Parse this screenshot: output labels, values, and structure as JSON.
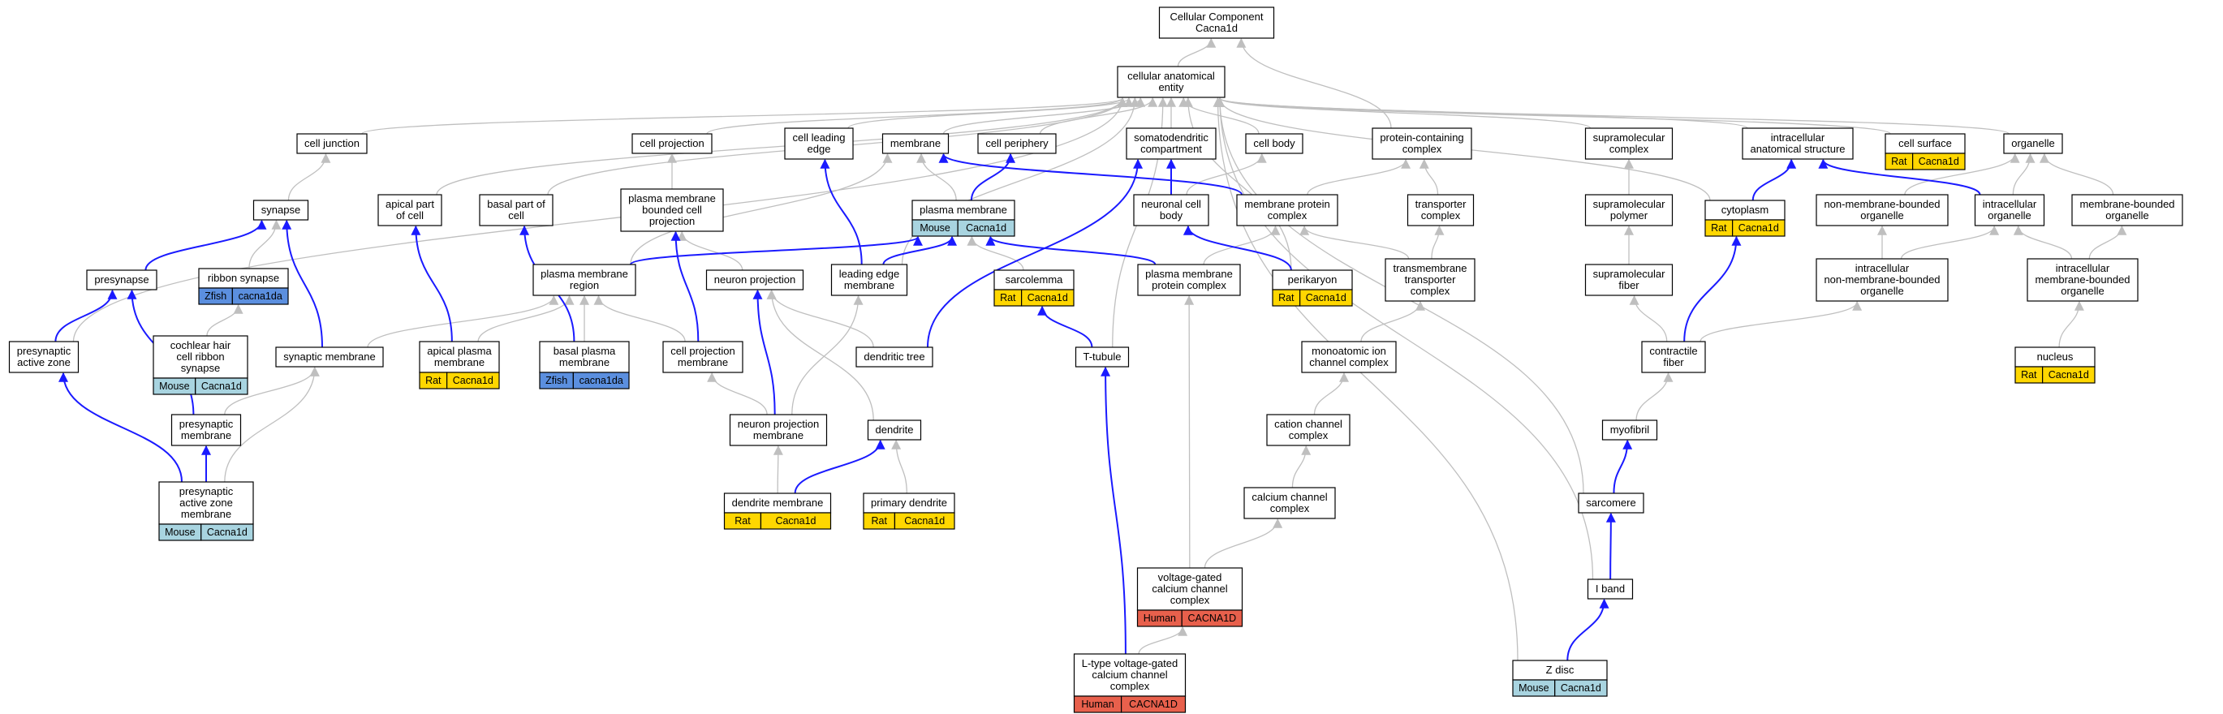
{
  "colors": {
    "human": "#e8604c",
    "mouse": "#a8d4e0",
    "rat": "#ffd700",
    "zfish": "#5b8fdf",
    "is_a_edge": "#bfbfbf",
    "part_of_edge": "#1a1aff"
  },
  "nodes": [
    {
      "id": "root",
      "lines": [
        "Cellular Component",
        "Cacna1d"
      ]
    },
    {
      "id": "cae",
      "lines": [
        "cellular anatomical",
        "entity"
      ]
    },
    {
      "id": "celljunction",
      "lines": [
        "cell junction"
      ]
    },
    {
      "id": "cellprojection",
      "lines": [
        "cell projection"
      ]
    },
    {
      "id": "leadingedge",
      "lines": [
        "cell leading",
        "edge"
      ]
    },
    {
      "id": "membrane",
      "lines": [
        "membrane"
      ]
    },
    {
      "id": "cellperiphery",
      "lines": [
        "cell periphery"
      ]
    },
    {
      "id": "somatodendritic",
      "lines": [
        "somatodendritic",
        "compartment"
      ]
    },
    {
      "id": "cellbody",
      "lines": [
        "cell body"
      ]
    },
    {
      "id": "proteincontaining",
      "lines": [
        "protein-containing",
        "complex"
      ]
    },
    {
      "id": "supramolcomplex",
      "lines": [
        "supramolecular",
        "complex"
      ]
    },
    {
      "id": "intracellularanat",
      "lines": [
        "intracellular",
        "anatomical structure"
      ]
    },
    {
      "id": "cellsurface",
      "lines": [
        "cell surface"
      ],
      "tag": {
        "species": "Rat",
        "gene": "Cacna1d"
      }
    },
    {
      "id": "organelle",
      "lines": [
        "organelle"
      ]
    },
    {
      "id": "synapse",
      "lines": [
        "synapse"
      ]
    },
    {
      "id": "apicalpart",
      "lines": [
        "apical part",
        "of cell"
      ]
    },
    {
      "id": "basalpart",
      "lines": [
        "basal part of",
        "cell"
      ]
    },
    {
      "id": "pmboundedproj",
      "lines": [
        "plasma membrane",
        "bounded cell",
        "projection"
      ]
    },
    {
      "id": "plasmamembrane",
      "lines": [
        "plasma membrane"
      ],
      "tag": {
        "species": "Mouse",
        "gene": "Cacna1d"
      }
    },
    {
      "id": "neuronalcellbody",
      "lines": [
        "neuronal cell",
        "body"
      ]
    },
    {
      "id": "membraneproteincomplex",
      "lines": [
        "membrane protein",
        "complex"
      ]
    },
    {
      "id": "transportercomplex",
      "lines": [
        "transporter",
        "complex"
      ]
    },
    {
      "id": "supramolpolymer",
      "lines": [
        "supramolecular",
        "polymer"
      ]
    },
    {
      "id": "cytoplasm",
      "lines": [
        "cytoplasm"
      ],
      "tag": {
        "species": "Rat",
        "gene": "Cacna1d"
      }
    },
    {
      "id": "nonmembranebounded",
      "lines": [
        "non-membrane-bounded",
        "organelle"
      ]
    },
    {
      "id": "intracellularorganelle",
      "lines": [
        "intracellular",
        "organelle"
      ]
    },
    {
      "id": "membranebounded",
      "lines": [
        "membrane-bounded",
        "organelle"
      ]
    },
    {
      "id": "ribbonsynapse",
      "lines": [
        "ribbon synapse"
      ],
      "tag": {
        "species": "Zfish",
        "gene": "cacna1da"
      }
    },
    {
      "id": "presynapse",
      "lines": [
        "presynapse"
      ]
    },
    {
      "id": "pmregion",
      "lines": [
        "plasma membrane",
        "region"
      ]
    },
    {
      "id": "neuronprojection",
      "lines": [
        "neuron projection"
      ]
    },
    {
      "id": "leadingedgemembrane",
      "lines": [
        "leading edge",
        "membrane"
      ]
    },
    {
      "id": "sarcolemma",
      "lines": [
        "sarcolemma"
      ],
      "tag": {
        "species": "Rat",
        "gene": "Cacna1d"
      }
    },
    {
      "id": "pmproteincomplex",
      "lines": [
        "plasma membrane",
        "protein complex"
      ]
    },
    {
      "id": "perikaryon",
      "lines": [
        "perikaryon"
      ],
      "tag": {
        "species": "Rat",
        "gene": "Cacna1d"
      }
    },
    {
      "id": "transmembranetransporter",
      "lines": [
        "transmembrane",
        "transporter",
        "complex"
      ]
    },
    {
      "id": "supramolfiber",
      "lines": [
        "supramolecular",
        "fiber"
      ]
    },
    {
      "id": "intracellnonmembrane",
      "lines": [
        "intracellular",
        "non-membrane-bounded",
        "organelle"
      ]
    },
    {
      "id": "intracellmembrane",
      "lines": [
        "intracellular",
        "membrane-bounded",
        "organelle"
      ]
    },
    {
      "id": "cochlear",
      "lines": [
        "cochlear hair",
        "cell ribbon",
        "synapse"
      ],
      "tag": {
        "species": "Mouse",
        "gene": "Cacna1d"
      }
    },
    {
      "id": "presynapticactivezone",
      "lines": [
        "presynaptic",
        "active zone"
      ]
    },
    {
      "id": "synapticmembrane",
      "lines": [
        "synaptic membrane"
      ]
    },
    {
      "id": "apicalpm",
      "lines": [
        "apical plasma",
        "membrane"
      ],
      "tag": {
        "species": "Rat",
        "gene": "Cacna1d"
      }
    },
    {
      "id": "basalpm",
      "lines": [
        "basal plasma",
        "membrane"
      ],
      "tag": {
        "species": "Zfish",
        "gene": "cacna1da"
      }
    },
    {
      "id": "cellprojmembrane",
      "lines": [
        "cell projection",
        "membrane"
      ]
    },
    {
      "id": "dendritictree",
      "lines": [
        "dendritic tree"
      ]
    },
    {
      "id": "ttubule",
      "lines": [
        "T-tubule"
      ]
    },
    {
      "id": "monoatomic",
      "lines": [
        "monoatomic ion",
        "channel complex"
      ]
    },
    {
      "id": "contractilefiber",
      "lines": [
        "contractile",
        "fiber"
      ]
    },
    {
      "id": "nucleus",
      "lines": [
        "nucleus"
      ],
      "tag": {
        "species": "Rat",
        "gene": "Cacna1d"
      }
    },
    {
      "id": "presynapticmembrane",
      "lines": [
        "presynaptic",
        "membrane"
      ]
    },
    {
      "id": "neuronprojmembrane",
      "lines": [
        "neuron projection",
        "membrane"
      ]
    },
    {
      "id": "dendrite",
      "lines": [
        "dendrite"
      ]
    },
    {
      "id": "cationchannel",
      "lines": [
        "cation channel",
        "complex"
      ]
    },
    {
      "id": "myofibril",
      "lines": [
        "myofibril"
      ]
    },
    {
      "id": "presynazmembrane",
      "lines": [
        "presynaptic",
        "active zone",
        "membrane"
      ],
      "tag": {
        "species": "Mouse",
        "gene": "Cacna1d"
      }
    },
    {
      "id": "dendritemembrane",
      "lines": [
        "dendrite membrane"
      ],
      "tag": {
        "species": "Rat",
        "gene": "Cacna1d"
      }
    },
    {
      "id": "primarydendrite",
      "lines": [
        "primary dendrite"
      ],
      "tag": {
        "species": "Rat",
        "gene": "Cacna1d"
      }
    },
    {
      "id": "calciumchannel",
      "lines": [
        "calcium channel",
        "complex"
      ]
    },
    {
      "id": "sarcomere",
      "lines": [
        "sarcomere"
      ]
    },
    {
      "id": "vgcc",
      "lines": [
        "voltage-gated",
        "calcium channel",
        "complex"
      ],
      "tag": {
        "species": "Human",
        "gene": "CACNA1D"
      }
    },
    {
      "id": "iband",
      "lines": [
        "I band"
      ]
    },
    {
      "id": "ltype",
      "lines": [
        "L-type voltage-gated",
        "calcium channel",
        "complex"
      ],
      "tag": {
        "species": "Human",
        "gene": "CACNA1D"
      }
    },
    {
      "id": "zdisc",
      "lines": [
        "Z disc"
      ],
      "tag": {
        "species": "Mouse",
        "gene": "Cacna1d"
      }
    }
  ],
  "edges": [
    {
      "from": "cae",
      "to": "root",
      "rel": "is_a"
    },
    {
      "from": "proteincontaining",
      "to": "root",
      "rel": "is_a"
    },
    {
      "from": "celljunction",
      "to": "cae",
      "rel": "is_a"
    },
    {
      "from": "cellprojection",
      "to": "cae",
      "rel": "is_a"
    },
    {
      "from": "leadingedge",
      "to": "cae",
      "rel": "is_a"
    },
    {
      "from": "membrane",
      "to": "cae",
      "rel": "is_a"
    },
    {
      "from": "cellperiphery",
      "to": "cae",
      "rel": "is_a"
    },
    {
      "from": "somatodendritic",
      "to": "cae",
      "rel": "is_a"
    },
    {
      "from": "cellbody",
      "to": "cae",
      "rel": "is_a"
    },
    {
      "from": "supramolcomplex",
      "to": "cae",
      "rel": "is_a"
    },
    {
      "from": "intracellularanat",
      "to": "cae",
      "rel": "is_a"
    },
    {
      "from": "cellsurface",
      "to": "cae",
      "rel": "is_a"
    },
    {
      "from": "organelle",
      "to": "cae",
      "rel": "is_a"
    },
    {
      "from": "apicalpart",
      "to": "cae",
      "rel": "is_a"
    },
    {
      "from": "basalpart",
      "to": "cae",
      "rel": "is_a"
    },
    {
      "from": "presynapticactivezone",
      "to": "cae",
      "rel": "is_a"
    },
    {
      "from": "perikaryon",
      "to": "cae",
      "rel": "is_a"
    },
    {
      "from": "ttubule",
      "to": "cae",
      "rel": "is_a"
    },
    {
      "from": "sarcomere",
      "to": "cae",
      "rel": "is_a"
    },
    {
      "from": "zdisc",
      "to": "cae",
      "rel": "is_a"
    },
    {
      "from": "iband",
      "to": "cae",
      "rel": "is_a"
    },
    {
      "from": "cytoplasm",
      "to": "cae",
      "rel": "is_a"
    },
    {
      "from": "leadingedgemembrane",
      "to": "cae",
      "rel": "is_a"
    },
    {
      "from": "synapse",
      "to": "celljunction",
      "rel": "is_a"
    },
    {
      "from": "pmboundedproj",
      "to": "cellprojection",
      "rel": "is_a"
    },
    {
      "from": "plasmamembrane",
      "to": "membrane",
      "rel": "is_a"
    },
    {
      "from": "pmregion",
      "to": "membrane",
      "rel": "is_a"
    },
    {
      "from": "neuronalcellbody",
      "to": "cellbody",
      "rel": "is_a"
    },
    {
      "from": "membraneproteincomplex",
      "to": "proteincontaining",
      "rel": "is_a"
    },
    {
      "from": "transportercomplex",
      "to": "proteincontaining",
      "rel": "is_a"
    },
    {
      "from": "supramolpolymer",
      "to": "supramolcomplex",
      "rel": "is_a"
    },
    {
      "from": "nonmembranebounded",
      "to": "organelle",
      "rel": "is_a"
    },
    {
      "from": "intracellularorganelle",
      "to": "organelle",
      "rel": "is_a"
    },
    {
      "from": "membranebounded",
      "to": "organelle",
      "rel": "is_a"
    },
    {
      "from": "ribbonsynapse",
      "to": "synapse",
      "rel": "is_a"
    },
    {
      "from": "cochlear",
      "to": "ribbonsynapse",
      "rel": "is_a"
    },
    {
      "from": "neuronprojection",
      "to": "pmboundedproj",
      "rel": "is_a"
    },
    {
      "from": "cellprojmembrane",
      "to": "pmregion",
      "rel": "is_a"
    },
    {
      "from": "synapticmembrane",
      "to": "pmregion",
      "rel": "is_a"
    },
    {
      "from": "apicalpm",
      "to": "pmregion",
      "rel": "is_a"
    },
    {
      "from": "basalpm",
      "to": "pmregion",
      "rel": "is_a"
    },
    {
      "from": "sarcolemma",
      "to": "plasmamembrane",
      "rel": "is_a"
    },
    {
      "from": "pmproteincomplex",
      "to": "membraneproteincomplex",
      "rel": "is_a"
    },
    {
      "from": "transmembranetransporter",
      "to": "transportercomplex",
      "rel": "is_a"
    },
    {
      "from": "transmembranetransporter",
      "to": "membraneproteincomplex",
      "rel": "is_a"
    },
    {
      "from": "monoatomic",
      "to": "transmembranetransporter",
      "rel": "is_a"
    },
    {
      "from": "supramolfiber",
      "to": "supramolpolymer",
      "rel": "is_a"
    },
    {
      "from": "contractilefiber",
      "to": "supramolfiber",
      "rel": "is_a"
    },
    {
      "from": "contractilefiber",
      "to": "intracellnonmembrane",
      "rel": "is_a"
    },
    {
      "from": "intracellnonmembrane",
      "to": "nonmembranebounded",
      "rel": "is_a"
    },
    {
      "from": "intracellnonmembrane",
      "to": "intracellularorganelle",
      "rel": "is_a"
    },
    {
      "from": "intracellmembrane",
      "to": "intracellularorganelle",
      "rel": "is_a"
    },
    {
      "from": "intracellmembrane",
      "to": "membranebounded",
      "rel": "is_a"
    },
    {
      "from": "nucleus",
      "to": "intracellmembrane",
      "rel": "is_a"
    },
    {
      "from": "presynapticmembrane",
      "to": "synapticmembrane",
      "rel": "is_a"
    },
    {
      "from": "presynazmembrane",
      "to": "synapticmembrane",
      "rel": "is_a"
    },
    {
      "from": "neuronprojmembrane",
      "to": "cellprojmembrane",
      "rel": "is_a"
    },
    {
      "from": "neuronprojmembrane",
      "to": "leadingedgemembrane",
      "rel": "is_a"
    },
    {
      "from": "dendrite",
      "to": "neuronprojection",
      "rel": "is_a"
    },
    {
      "from": "dendritictree",
      "to": "neuronprojection",
      "rel": "is_a"
    },
    {
      "from": "dendritemembrane",
      "to": "neuronprojmembrane",
      "rel": "is_a"
    },
    {
      "from": "primarydendrite",
      "to": "dendrite",
      "rel": "is_a"
    },
    {
      "from": "cationchannel",
      "to": "monoatomic",
      "rel": "is_a"
    },
    {
      "from": "calciumchannel",
      "to": "cationchannel",
      "rel": "is_a"
    },
    {
      "from": "vgcc",
      "to": "calciumchannel",
      "rel": "is_a"
    },
    {
      "from": "vgcc",
      "to": "pmproteincomplex",
      "rel": "is_a"
    },
    {
      "from": "ltype",
      "to": "vgcc",
      "rel": "is_a"
    },
    {
      "from": "myofibril",
      "to": "contractilefiber",
      "rel": "is_a"
    },
    {
      "from": "presynapse",
      "to": "synapse",
      "rel": "part_of"
    },
    {
      "from": "presynapticactivezone",
      "to": "presynapse",
      "rel": "part_of"
    },
    {
      "from": "presynapticmembrane",
      "to": "presynapse",
      "rel": "part_of"
    },
    {
      "from": "synapticmembrane",
      "to": "synapse",
      "rel": "part_of"
    },
    {
      "from": "presynazmembrane",
      "to": "presynapticactivezone",
      "rel": "part_of"
    },
    {
      "from": "presynazmembrane",
      "to": "presynapticmembrane",
      "rel": "part_of"
    },
    {
      "from": "apicalpm",
      "to": "apicalpart",
      "rel": "part_of"
    },
    {
      "from": "basalpm",
      "to": "basalpart",
      "rel": "part_of"
    },
    {
      "from": "cellprojmembrane",
      "to": "pmboundedproj",
      "rel": "part_of"
    },
    {
      "from": "leadingedgemembrane",
      "to": "leadingedge",
      "rel": "part_of"
    },
    {
      "from": "leadingedgemembrane",
      "to": "plasmamembrane",
      "rel": "part_of"
    },
    {
      "from": "pmregion",
      "to": "plasmamembrane",
      "rel": "part_of"
    },
    {
      "from": "pmproteincomplex",
      "to": "plasmamembrane",
      "rel": "part_of"
    },
    {
      "from": "plasmamembrane",
      "to": "cellperiphery",
      "rel": "part_of"
    },
    {
      "from": "membraneproteincomplex",
      "to": "membrane",
      "rel": "part_of"
    },
    {
      "from": "neuronalcellbody",
      "to": "somatodendritic",
      "rel": "part_of"
    },
    {
      "from": "perikaryon",
      "to": "neuronalcellbody",
      "rel": "part_of"
    },
    {
      "from": "neuronprojmembrane",
      "to": "neuronprojection",
      "rel": "part_of"
    },
    {
      "from": "dendritictree",
      "to": "somatodendritic",
      "rel": "part_of"
    },
    {
      "from": "dendritemembrane",
      "to": "dendrite",
      "rel": "part_of"
    },
    {
      "from": "ttubule",
      "to": "sarcolemma",
      "rel": "part_of"
    },
    {
      "from": "ltype",
      "to": "ttubule",
      "rel": "part_of"
    },
    {
      "from": "cytoplasm",
      "to": "intracellularanat",
      "rel": "part_of"
    },
    {
      "from": "intracellularorganelle",
      "to": "intracellularanat",
      "rel": "part_of"
    },
    {
      "from": "contractilefiber",
      "to": "cytoplasm",
      "rel": "part_of"
    },
    {
      "from": "sarcomere",
      "to": "myofibril",
      "rel": "part_of"
    },
    {
      "from": "iband",
      "to": "sarcomere",
      "rel": "part_of"
    },
    {
      "from": "zdisc",
      "to": "iband",
      "rel": "part_of"
    }
  ]
}
